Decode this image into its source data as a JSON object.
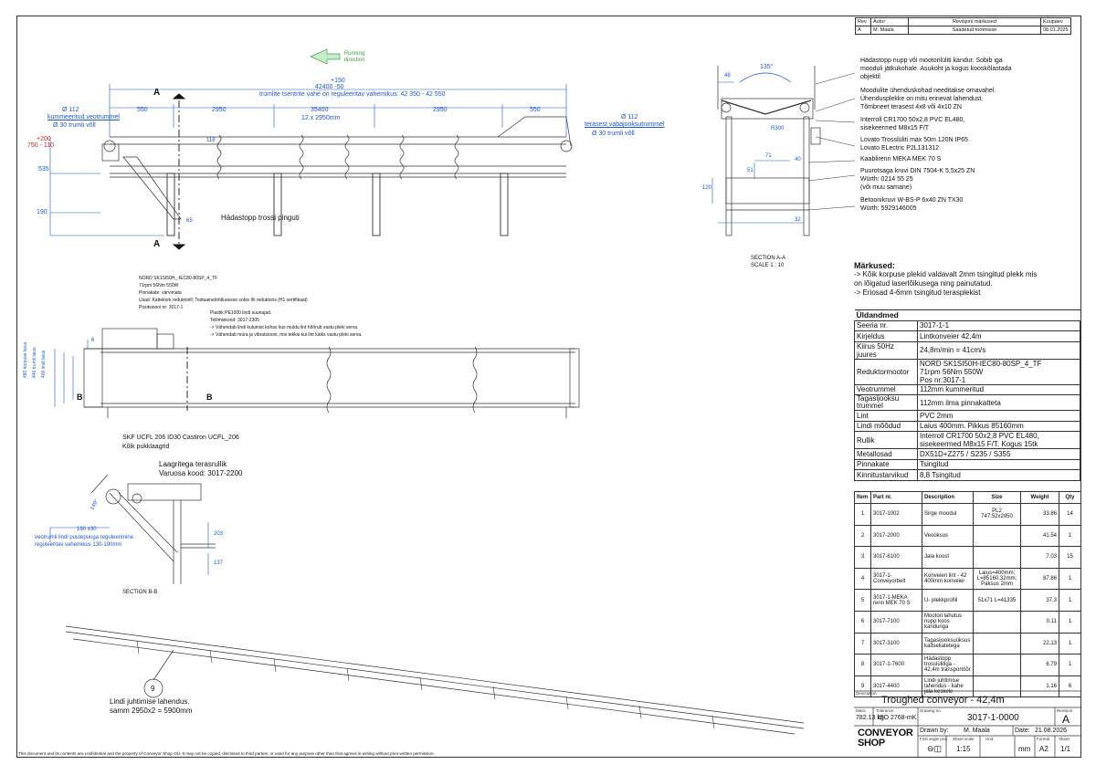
{
  "revision_table": {
    "headers": {
      "rev": "Rev",
      "author": "Autor",
      "note": "Revisjoni märkused",
      "date": "Kuupäev"
    },
    "row": {
      "rev": "A",
      "author": "M. Maala",
      "note": "Saadetud tootmisse",
      "date": "08.01.2025"
    }
  },
  "top_view": {
    "running_direction": "Running direction",
    "overall_dim": "42400 -50",
    "overall_tol": "+150",
    "tension_note": "trumlite tsentrite vahe on reguleeritav vahemikus: 42 350 - 42 550",
    "dims": {
      "left_550": "550",
      "m1": "2950",
      "m2": "35400",
      "m3": "2950",
      "right_550": "550"
    },
    "module_note": "12 x 2950mm",
    "drive_drum_1": "Ø 112",
    "drive_drum_2": "kummeeritud veotrummel",
    "drive_drum_3": "Ø 30 trumli võll",
    "return_drum_1": "Ø 112",
    "return_drum_2": "terasest vabajooksutrummel",
    "return_drum_3": "Ø 30 trumli võll",
    "height_tol_plus": "+200",
    "height_tol": "750 - 110",
    "dim_535": "535",
    "dim_190": "190",
    "dim_118": "118",
    "dim_65": "65",
    "section_a": "A",
    "emergency_rope": "Hädastopp trossi pinguti"
  },
  "section_aa": {
    "angle": "135°",
    "dim_48": "48",
    "dim_r300": "R300",
    "dim_71": "71",
    "dim_40": "40",
    "dim_51": "51",
    "dim_120": "120",
    "dim_32": "32",
    "title": "SECTION A-A",
    "scale": "SCALE 1 : 10",
    "callouts": [
      "Hädastopp nupp või mootorilüliti kandur. Sobib iga",
      "mooduli jätkukohale. Asukoht ja kogus kooskõlastada",
      "objektil",
      "Moodulite ühenduskohad needitakse omavahel.",
      "Ühendusplekke on mitu erinevat lahendust.",
      "Tõmbneet terasest 4x8 või 4x10 ZN",
      "Interroll CR1700 50x2,8 PVC EL480,",
      "sisekeermed M8x15 F/T",
      "Lovato Trosslüliti max 50m 120N IP65",
      "Lovato ELectric P2L131312",
      "Kaablirenn MEKA MEK 70 S",
      "Puurotsaga kruvi DIN 7504-K 5,5x25 ZN",
      "Würth: 0214 55 25",
      "(või muu samane)",
      "Betoonikruvi W-BS-P 6x40 ZN TX30",
      "Würth: 5929146005"
    ]
  },
  "plan_view": {
    "motor_note": [
      "NORD SK1SI50H_-IEC80-80SP_4_TF",
      "71rpm 56Nm 550W",
      "Pinnakate: värvimata",
      "Usad: Kattekork reduktorill; Toiduainetöötlusesse sobiv õli reduktoris (H1 sertifikaat)",
      "Positsiooni nr: 3017-1"
    ],
    "belt_note": [
      "Plastik PE1000 lindi suunajad.",
      "Tellimiskood: 3017-2305",
      "-> Vähendab lindi kulumist kohas kus muidu lint hõõrub vastu pleki serva.",
      "-> Vähendab müra ja vibratsiooni, mis tekkis kui lint käiks vastu pleki serva."
    ],
    "dim_6": "6",
    "width_labels": [
      "480 korpuse laius",
      "440 trumli laius",
      "400 lindi laius"
    ],
    "section_b": "B",
    "bearing_1": "SKF UCFL 206 ID30 Castiron UCFL_206",
    "bearing_2": "Kõik pukklaagrid"
  },
  "section_bb": {
    "tension_1": "Laagritega terasrullik",
    "tension_2": "Varuosa kood: 3017-2200",
    "angle": "149°",
    "dim_160": "160 ±30",
    "drum_note_1": "veotrumli lindi puutepunga reguleerimine",
    "drum_note_2": "reguleeritav vahemikus 130-190mm",
    "dim_203": "203",
    "dim_137": "137",
    "title": "SECTION B-B"
  },
  "iso_view": {
    "balloon": "9",
    "guide_1": "Lindi juhtimise lahendus.",
    "guide_2": "samm 2950x2 = 5900mm"
  },
  "notes": {
    "heading": "Märkused:",
    "lines": [
      "->  Kõik korpuse plekid valdavalt 2mm tsingitud plekk mis",
      "on lõigatud laserlõikusega ning painutatud.",
      "-> Eriosad 4-6mm tsingitud terasplekist"
    ]
  },
  "general_data": {
    "heading": "Üldandmed",
    "rows": [
      {
        "k": "Seeria nr.",
        "v": "3017-1-1"
      },
      {
        "k": "Kirjeldus",
        "v": "Lintkonveier 42,4m"
      },
      {
        "k": "Kiirus 50Hz juures",
        "v": "24,8m/min = 41cm/s"
      },
      {
        "k": "Reduktormootor",
        "v": "NORD SK1SI50H-IEC80-80SP_4_TF",
        "v2": "71rpm 56Nm 550W",
        "v3": "Pos nr:3017-1"
      },
      {
        "k": "Veotrummel",
        "v": "112mm kummeritud"
      },
      {
        "k": "Tagasijooksu trummel",
        "v": "112mm ilma pinnakatteta"
      },
      {
        "k": "Lint",
        "v": "PVC 2mm"
      },
      {
        "k": "Lindi mõõdud",
        "v": "Laius 400mm. Pikkus 85160mm"
      },
      {
        "k": "Rullik",
        "v": "Interroll CR1700 50x2,8 PVC EL480,",
        "v2": "sisekeermed M8x15 F/T. Kogus 15tk"
      },
      {
        "k": "Metallosad",
        "v": "DX51D+Z275 / S235 / S355"
      },
      {
        "k": "Pinnakate",
        "v": "Tsingitud"
      },
      {
        "k": "Kinnitustarvikud",
        "v": "8,8 Tsingitud"
      }
    ]
  },
  "parts": {
    "headers": {
      "item": "Item",
      "part": "Part nr.",
      "desc": "Description",
      "size": "Size",
      "weight": "Weight",
      "qty": "Qty"
    },
    "rows": [
      {
        "item": "1",
        "part": "3017-1002",
        "desc": "Sirge moodul",
        "size": "PL2 747.52x2950",
        "weight": "33.86",
        "qty": "14"
      },
      {
        "item": "2",
        "part": "3017-2000",
        "desc": "Veoüksus",
        "size": "",
        "weight": "41.54",
        "qty": "1"
      },
      {
        "item": "3",
        "part": "3017-6100",
        "desc": "Jala koost",
        "size": "",
        "weight": "7.03",
        "qty": "15"
      },
      {
        "item": "4",
        "part": "3017-1-Conveyorbelt",
        "desc": "Konveieri lint - 42 400mm konveier",
        "size": "Laius=400mm; L=85160.32mm; Paksus 2mm",
        "weight": "87.86",
        "qty": "1"
      },
      {
        "item": "5",
        "part": "3017-1-MEKA renn MEK 70 S",
        "desc": "U- plekkprofiil",
        "size": "51x71 L=41335",
        "weight": "37.3",
        "qty": "1"
      },
      {
        "item": "6",
        "part": "3017-7100",
        "desc": "Mootori lahutus nupp koos kanduriga",
        "size": "",
        "weight": "0.11",
        "qty": "1"
      },
      {
        "item": "7",
        "part": "3017-3100",
        "desc": "Tagasijooksuüksus kaitsekatetega",
        "size": "",
        "weight": "22.13",
        "qty": "1"
      },
      {
        "item": "8",
        "part": "3017-1-7600",
        "desc": "Hädastopp trosslülitiga - 42,4m transportöör",
        "size": "",
        "weight": "6.79",
        "qty": "1"
      },
      {
        "item": "9",
        "part": "3017-4400",
        "desc": "Lindi juhtimise lahendus - kahe jala keskele",
        "size": "",
        "weight": "1.16",
        "qty": "6"
      }
    ]
  },
  "title_block": {
    "description_label": "Description",
    "description": "Troughed conveyor - 42,4m",
    "mass_label": "Mass",
    "mass": "782.13 kg",
    "tolerance_label": "Tolerance",
    "tolerance": "ISO 2768-mK",
    "drawing_no_label": "Drawing no",
    "drawing_no": "3017-1-0000",
    "revision_label": "Revision",
    "revision": "A",
    "drawn_by_label": "Drawn by:",
    "drawn_by": "M. Maala",
    "date_label": "Date:",
    "date": "21.08.2026",
    "projection_label": "First angle proj.",
    "scale_label": "Sheet scale",
    "scale": "1:15",
    "unit_label": "Unit",
    "unit": "mm",
    "format_label": "Format",
    "format": "A2",
    "sheet_label": "Sheet",
    "sheet": "1/1",
    "logo_1": "CONVEYOR",
    "logo_2": "SHOP"
  },
  "footer": "This document and its contents are confidential and the property of Conveyor Shop OÜ. It may not be copied, disclosed to third parties, or used for any purpose other than that agreed in writing without prior written permission.",
  "colors": {
    "dimension": "#1f58c9",
    "tolerance": "#d21f1f",
    "direction_arrow": "#3aa64a",
    "line": "#333333"
  }
}
